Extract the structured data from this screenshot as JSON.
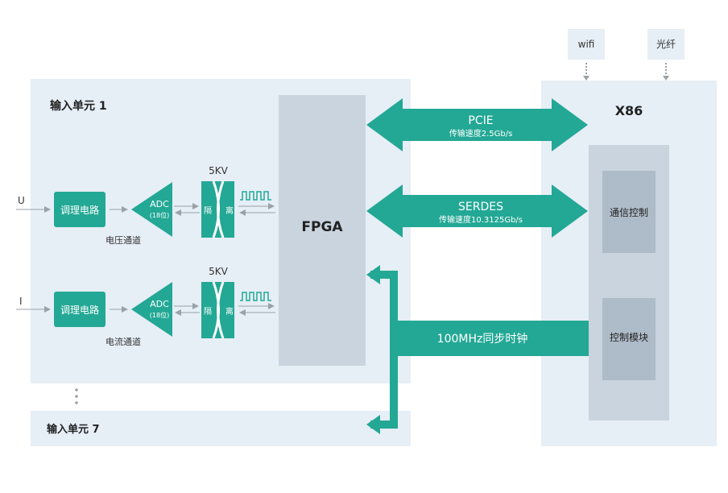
{
  "input_unit_1": {
    "title": "输入单元 1"
  },
  "input_unit_7": {
    "title": "输入单元 7"
  },
  "channel_u": {
    "input_label": "U",
    "conditioning": "调理电路",
    "adc_label": "ADC",
    "adc_bits": "(18位)",
    "isolation_voltage": "5KV",
    "isolation_left": "隔",
    "isolation_right": "离",
    "channel_name": "电压通道"
  },
  "channel_i": {
    "input_label": "I",
    "conditioning": "调理电路",
    "adc_label": "ADC",
    "adc_bits": "(18位)",
    "isolation_voltage": "5KV",
    "isolation_left": "隔",
    "isolation_right": "离",
    "channel_name": "电流通道"
  },
  "fpga": {
    "label": "FPGA"
  },
  "links": {
    "pcie": {
      "label": "PCIE",
      "speed": "传输速度2.5Gb/s"
    },
    "serdes": {
      "label": "SERDES",
      "speed": "传输速度10.3125Gb/s"
    },
    "clock": {
      "label": "100MHz同步时钟"
    }
  },
  "x86": {
    "title": "X86",
    "modules": {
      "comm": "通信控制",
      "control": "控制模块"
    }
  },
  "external": {
    "wifi": "wifi",
    "fiber": "光纤"
  },
  "colors": {
    "teal": "#23a895",
    "panel": "#e6eef6",
    "fpga_gray": "#c9d4df",
    "x86_inner": "#c9d4df",
    "module": "#aebbc8",
    "arrow_gray": "#9aa2a8"
  }
}
